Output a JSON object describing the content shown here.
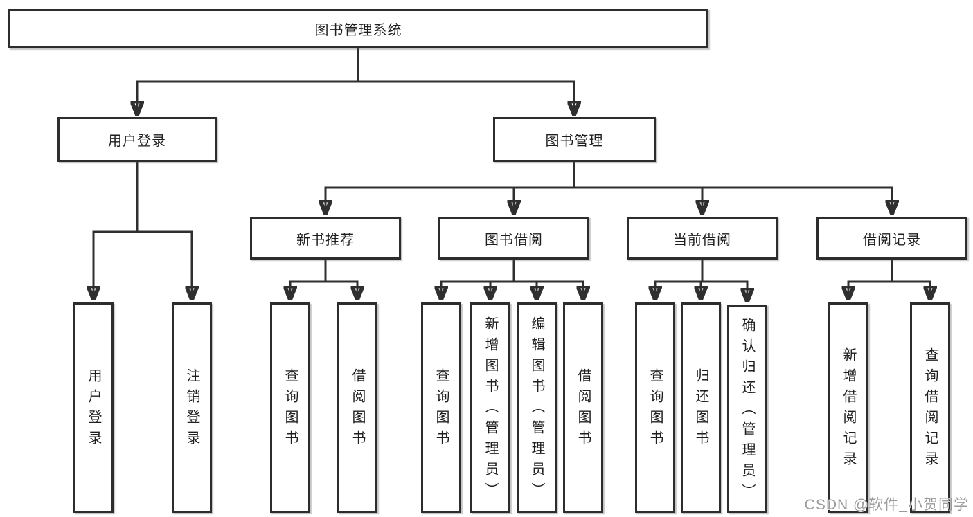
{
  "tree": {
    "root": "图书管理系统",
    "children": [
      {
        "label": "用户登录",
        "children": [
          "用户登录",
          "注销登录"
        ]
      },
      {
        "label": "图书管理",
        "children": [
          {
            "label": "新书推荐",
            "children": [
              "查询图书",
              "借阅图书"
            ]
          },
          {
            "label": "图书借阅",
            "children": [
              "查询图书",
              "新增图书（管理员）",
              "编辑图书（管理员）",
              "借阅图书"
            ]
          },
          {
            "label": "当前借阅",
            "children": [
              "查询图书",
              "归还图书",
              "确认归还（管理员）"
            ]
          },
          {
            "label": "借阅记录",
            "children": [
              "新增借阅记录",
              "查询借阅记录"
            ]
          }
        ]
      }
    ]
  },
  "watermark": {
    "text": "CSDN @软件_小贺同学"
  },
  "colors": {
    "line": "#2f2f2f",
    "border": "#2d2d2d",
    "text": "#1f1f1f",
    "watermark": "#9b9b9b",
    "background": "#ffffff"
  }
}
